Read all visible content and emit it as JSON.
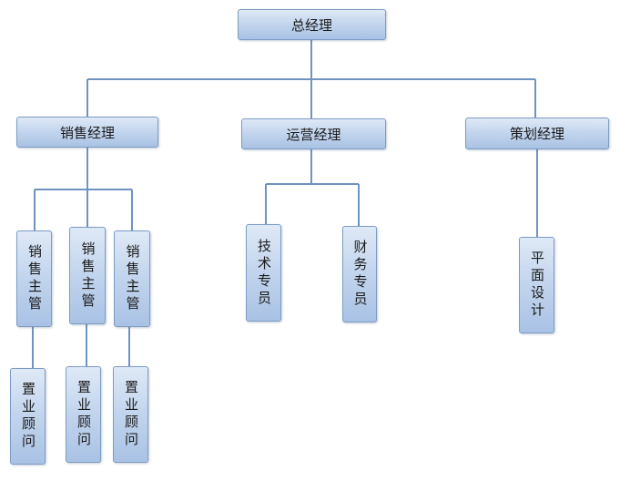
{
  "org": {
    "ceo": "总经理",
    "sales_manager": "销售经理",
    "ops_manager": "运营经理",
    "planning_manager": "策划经理",
    "sales_supervisor_1": "销售主管",
    "sales_supervisor_2": "销售主管",
    "sales_supervisor_3": "销售主管",
    "tech_specialist": "技术专员",
    "finance_specialist": "财务专员",
    "graphic_design": "平面设计",
    "property_consultant_1": "置业顾问",
    "property_consultant_2": "置业顾问",
    "property_consultant_3": "置业顾问"
  },
  "colors": {
    "line": "#6f93bf",
    "box_border": "#7d9cc4",
    "box_top": "#dfe9f6",
    "box_bottom": "#a9c2e4"
  }
}
